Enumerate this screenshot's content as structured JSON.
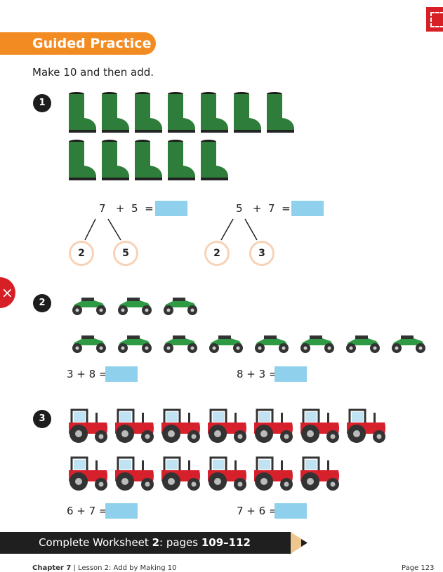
{
  "header": {
    "title": "Guided Practice",
    "instruction": "Make 10 and then add."
  },
  "colors": {
    "banner": "#f28c22",
    "answer_box": "#8fd0ec",
    "boot": "#2e7d3a",
    "tractor": "#d6202c",
    "atv": "#2f9a44"
  },
  "q1": {
    "number": "1",
    "boots": 12,
    "eq1": {
      "a": "7",
      "op": "+",
      "b": "5",
      "eq": "=",
      "split": [
        "2",
        "5"
      ]
    },
    "eq2": {
      "a": "5",
      "op": "+",
      "b": "7",
      "eq": "=",
      "split": [
        "2",
        "3"
      ]
    }
  },
  "q2": {
    "number": "2",
    "atv_rows": [
      3,
      8
    ],
    "eq1": "3 + 8 =",
    "eq2": "8 + 3 ="
  },
  "q3": {
    "number": "3",
    "tractor_rows": [
      7,
      6
    ],
    "eq1": "6 + 7 =",
    "eq2": "7 + 6 ="
  },
  "footer": {
    "prefix": "Complete Worksheet ",
    "num": "2",
    "mid": ": pages ",
    "pages": "109–112",
    "chapter": "Chapter 7",
    "lesson": "Lesson 2: Add by Making 10",
    "page": "Page 123"
  }
}
